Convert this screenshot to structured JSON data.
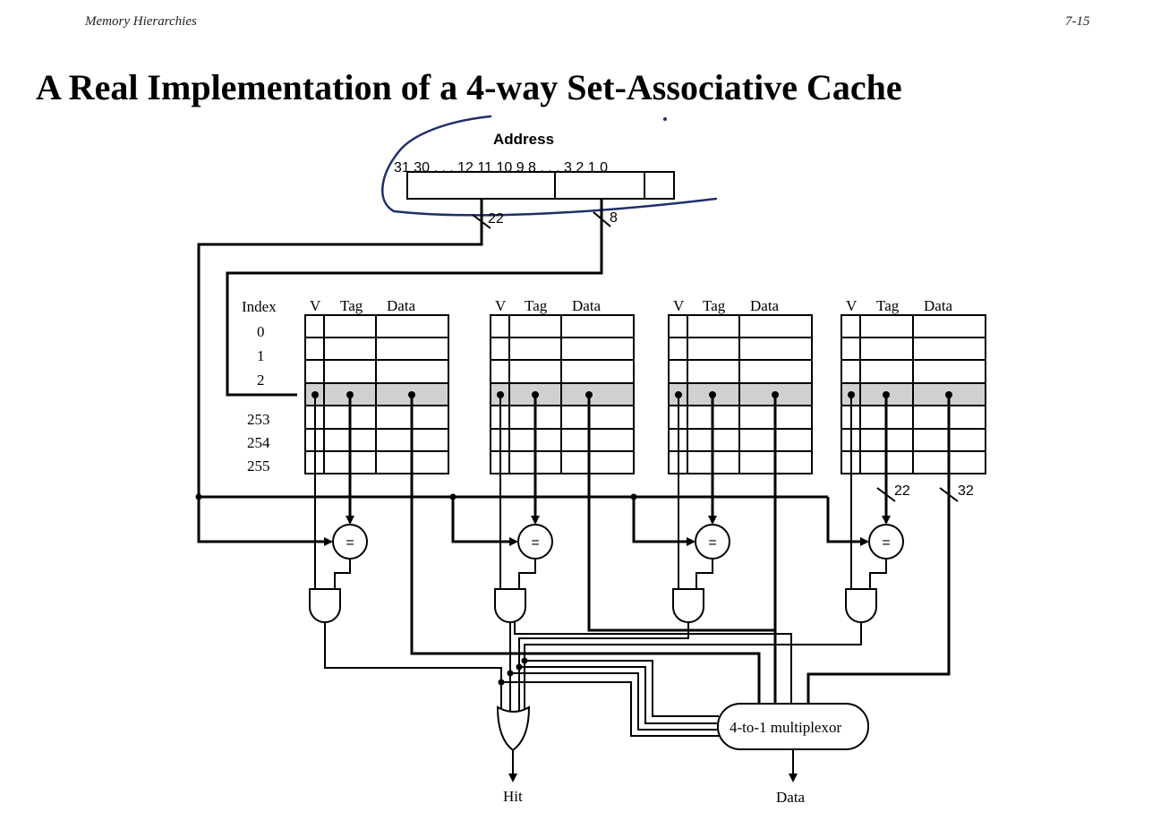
{
  "header": {
    "left": "Memory Hierarchies",
    "right": "7-15"
  },
  "title": "A Real Implementation of a 4-way Set-Associative Cache",
  "address": {
    "label": "Address",
    "bits": "31 30 . . . 12 11 10 9 8 . . . 3 2 1 0",
    "bus_tag": "22",
    "bus_index": "8"
  },
  "table": {
    "index_label": "Index",
    "rows": [
      "0",
      "1",
      "2",
      "253",
      "254",
      "255"
    ],
    "columns": [
      "V",
      "Tag",
      "Data"
    ]
  },
  "ways": 4,
  "buses": {
    "tag_width": "22",
    "data_width": "32"
  },
  "mux_label": "4-to-1 multiplexor",
  "outputs": {
    "hit": "Hit",
    "data": "Data"
  },
  "colors": {
    "highlight": "#d0d0d0",
    "pen": "#1f2f6b"
  }
}
